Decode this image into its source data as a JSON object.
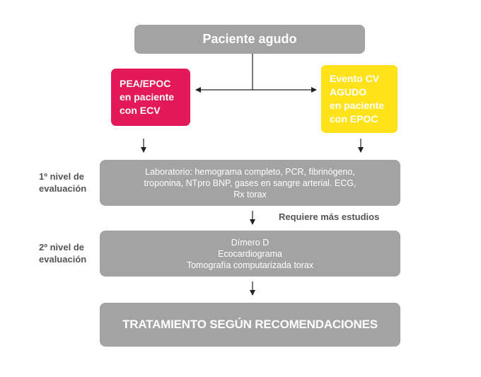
{
  "colors": {
    "gray_box": "#a3a3a3",
    "magenta_box": "#e3195a",
    "yellow_box": "#ffe21a",
    "label_text": "#555555",
    "arrow": "#222222"
  },
  "top_box": {
    "label": "Paciente agudo"
  },
  "left_box": {
    "lines": [
      "PEA/EPOC",
      "en paciente",
      "con ECV"
    ]
  },
  "right_box": {
    "lines": [
      "Evento CV",
      "AGUDO",
      "en paciente",
      "con EPOC"
    ]
  },
  "level1": {
    "label_lines": [
      "1º nivel de",
      "evaluación"
    ],
    "box_lines": [
      "Laboratorio: hemograma completo, PCR, fibrinógeno,",
      "troponina, NTpro BNP, gases en sangre arterial. ECG,",
      "Rx torax"
    ]
  },
  "note": "Requiere más estudios",
  "level2": {
    "label_lines": [
      "2º nivel de",
      "evaluación"
    ],
    "box_lines": [
      "Dímero D",
      "Ecocardiograma",
      "Tomografía computarizada torax"
    ]
  },
  "bottom_box": {
    "label": "TRATAMIENTO SEGÚN RECOMENDACIONES"
  }
}
